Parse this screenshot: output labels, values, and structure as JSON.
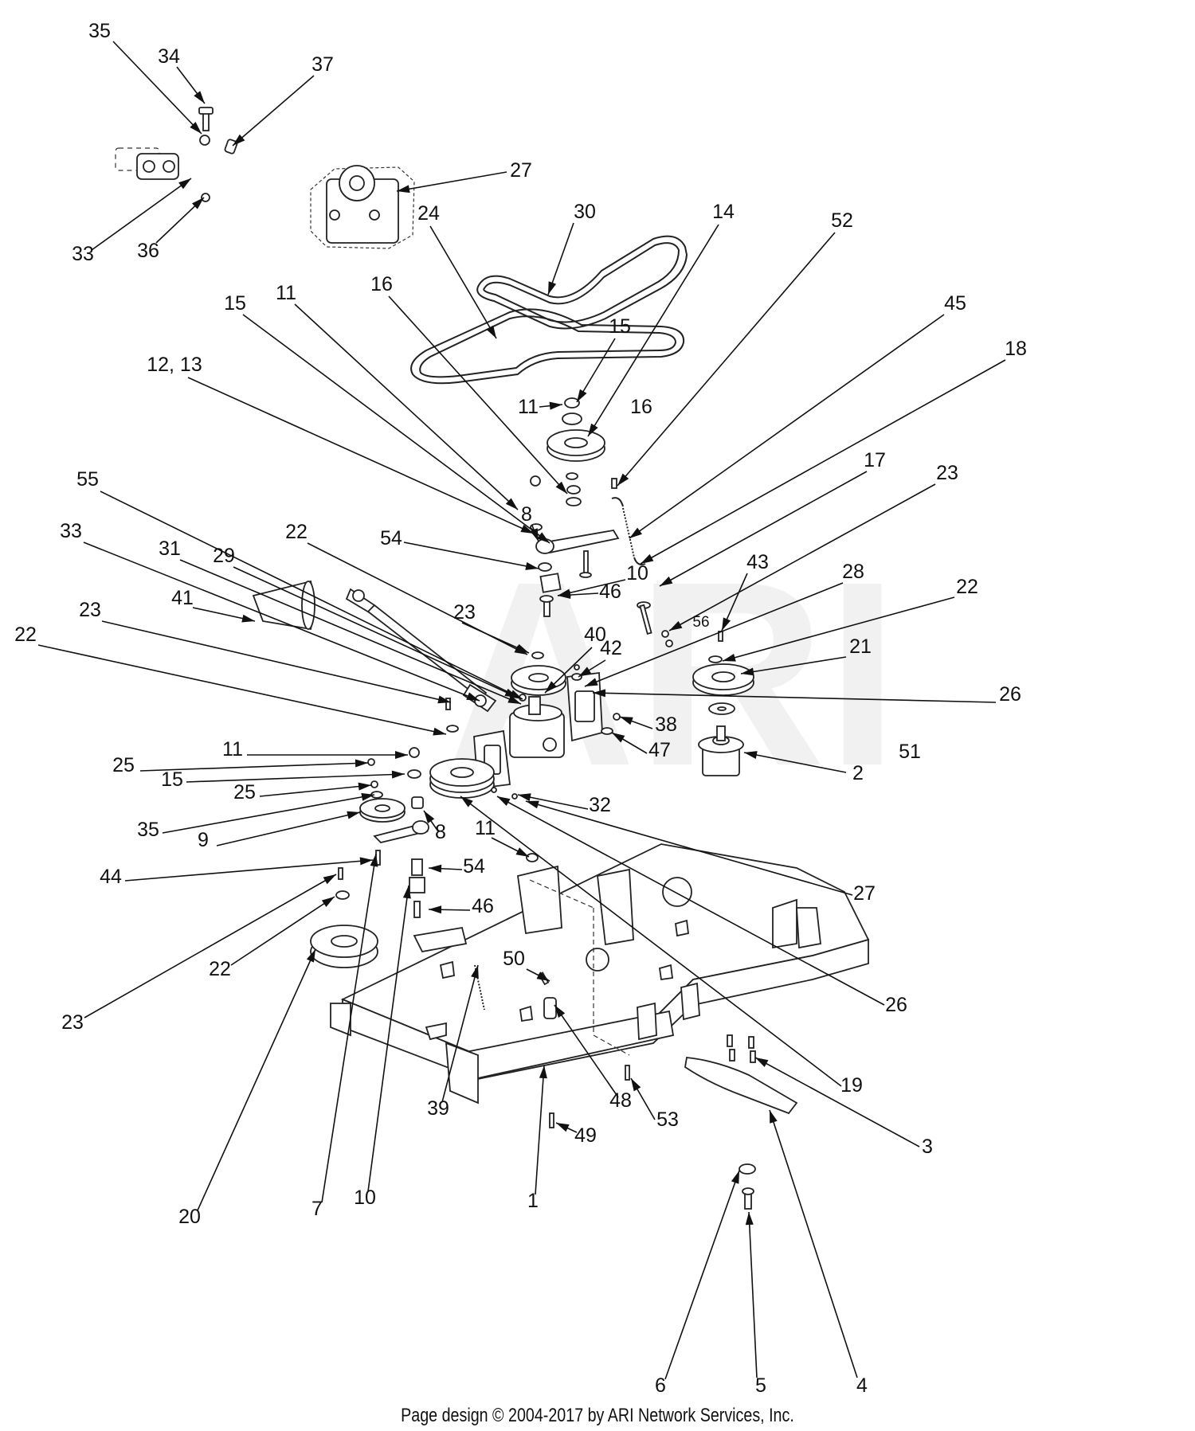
{
  "watermark": "ARI",
  "footer": "Page design © 2004-2017 by ARI Network Services, Inc.",
  "callouts": [
    {
      "id": "c35a",
      "label": "35"
    },
    {
      "id": "c34",
      "label": "34"
    },
    {
      "id": "c37",
      "label": "37"
    },
    {
      "id": "c27a",
      "label": "27"
    },
    {
      "id": "c33a",
      "label": "33"
    },
    {
      "id": "c36",
      "label": "36"
    },
    {
      "id": "c24",
      "label": "24"
    },
    {
      "id": "c30",
      "label": "30"
    },
    {
      "id": "c14",
      "label": "14"
    },
    {
      "id": "c52",
      "label": "52"
    },
    {
      "id": "c45",
      "label": "45"
    },
    {
      "id": "c18",
      "label": "18"
    },
    {
      "id": "c15a",
      "label": "15"
    },
    {
      "id": "c11a",
      "label": "11"
    },
    {
      "id": "c16a",
      "label": "16"
    },
    {
      "id": "c15b",
      "label": "15"
    },
    {
      "id": "c1213",
      "label": "12, 13"
    },
    {
      "id": "c11b",
      "label": "11"
    },
    {
      "id": "c16b",
      "label": "16"
    },
    {
      "id": "c17",
      "label": "17"
    },
    {
      "id": "c23a",
      "label": "23"
    },
    {
      "id": "c55",
      "label": "55"
    },
    {
      "id": "c8a",
      "label": "8"
    },
    {
      "id": "c54a",
      "label": "54"
    },
    {
      "id": "c33b",
      "label": "33"
    },
    {
      "id": "c22a",
      "label": "22"
    },
    {
      "id": "c31",
      "label": "31"
    },
    {
      "id": "c29",
      "label": "29"
    },
    {
      "id": "c10a",
      "label": "10"
    },
    {
      "id": "c43",
      "label": "43"
    },
    {
      "id": "c28",
      "label": "28"
    },
    {
      "id": "c22b",
      "label": "22"
    },
    {
      "id": "c41",
      "label": "41"
    },
    {
      "id": "c23b",
      "label": "23"
    },
    {
      "id": "c46a",
      "label": "46"
    },
    {
      "id": "c23c",
      "label": "23"
    },
    {
      "id": "c56",
      "label": "56"
    },
    {
      "id": "c22c",
      "label": "22"
    },
    {
      "id": "c40",
      "label": "40"
    },
    {
      "id": "c42",
      "label": "42"
    },
    {
      "id": "c21",
      "label": "21"
    },
    {
      "id": "c26a",
      "label": "26"
    },
    {
      "id": "c38",
      "label": "38"
    },
    {
      "id": "c47",
      "label": "47"
    },
    {
      "id": "c11c",
      "label": "11"
    },
    {
      "id": "c25a",
      "label": "25"
    },
    {
      "id": "c2",
      "label": "2"
    },
    {
      "id": "c51",
      "label": "51"
    },
    {
      "id": "c15c",
      "label": "15"
    },
    {
      "id": "c25b",
      "label": "25"
    },
    {
      "id": "c32",
      "label": "32"
    },
    {
      "id": "c35b",
      "label": "35"
    },
    {
      "id": "c9",
      "label": "9"
    },
    {
      "id": "c8b",
      "label": "8"
    },
    {
      "id": "c11d",
      "label": "11"
    },
    {
      "id": "c44",
      "label": "44"
    },
    {
      "id": "c54b",
      "label": "54"
    },
    {
      "id": "c27b",
      "label": "27"
    },
    {
      "id": "c46b",
      "label": "46"
    },
    {
      "id": "c22d",
      "label": "22"
    },
    {
      "id": "c50",
      "label": "50"
    },
    {
      "id": "c26b",
      "label": "26"
    },
    {
      "id": "c23d",
      "label": "23"
    },
    {
      "id": "c19",
      "label": "19"
    },
    {
      "id": "c48",
      "label": "48"
    },
    {
      "id": "c53",
      "label": "53"
    },
    {
      "id": "c39",
      "label": "39"
    },
    {
      "id": "c49",
      "label": "49"
    },
    {
      "id": "c3",
      "label": "3"
    },
    {
      "id": "c20",
      "label": "20"
    },
    {
      "id": "c7",
      "label": "7"
    },
    {
      "id": "c10b",
      "label": "10"
    },
    {
      "id": "c1",
      "label": "1"
    },
    {
      "id": "c6",
      "label": "6"
    },
    {
      "id": "c5",
      "label": "5"
    },
    {
      "id": "c4",
      "label": "4"
    }
  ]
}
